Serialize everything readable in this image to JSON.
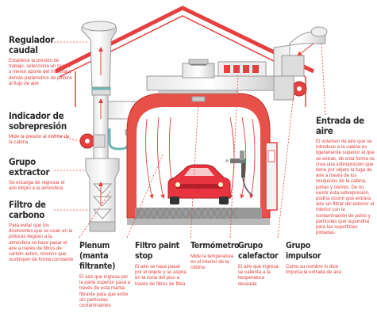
{
  "labels": {
    "regulador": {
      "title": "Regulador caudal",
      "desc": "Establece la presión de trabajo, selecciona un mayor o menor aporte del material y demás parámetros de pintura al flujo de aire"
    },
    "indicador": {
      "title_line1": "Indicador de",
      "title_line2": "sobrepresión",
      "desc": "Mide la presión al interior de la cabina"
    },
    "extractor": {
      "title": "Grupo extractor",
      "desc": "Se encarga de regresar el aire limpio a la atmósfera"
    },
    "filtro_carbono": {
      "title_line1": "Filtro de",
      "title_line2": "carbono",
      "desc": "Para evitar que los disolventes que se usan en la pinturas lleguen a la atmósfera se hace pasar el aire a través de filtros de carbón activo, mismos que sustituyen de forma constante"
    },
    "plenum": {
      "title_line1": "Plenum",
      "title_line2": "(manta filtrante)",
      "desc": "El aire que ingresa por la parte superior pasa a través de esta manta filtrante para que entre sin partículas contaminantes"
    },
    "filtro_paint": {
      "title": "Filtro paint stop",
      "desc": "El aire se hace pasar por el objeto y se aspira en la zona del piso a través de filtros de fibra"
    },
    "termometro": {
      "title": "Termómetro",
      "desc": "Mide la temperatura en el interior de la cabina"
    },
    "calefactor": {
      "title_line1": "Grupo",
      "title_line2": "calefactor",
      "desc": "El aire que ingresa se calienta a la temperatura deseada"
    },
    "impulsor": {
      "title": "Grupo impulsor",
      "desc": "Como su nombre lo dice impulsa la entrada de aire"
    },
    "entrada": {
      "title": "Entrada de aire",
      "desc": "El volumen de aire que se introduce a la cabina es ligeramente superior al que se extrae, de esta forma se crea una sobrepresión que tiene por objeto la fuga de aire a través de los resquicios de la cabina, juntas y cierres. De no existir esta sobrepresión, podría ocurrir que entrara aire sin filtrar del exterior al interior con la contaminación de polvo y partículas que supondría para las superficies pintadas."
    }
  },
  "colors": {
    "accent": "#e5403f",
    "booth": "#e8504a",
    "duct": "#d9d9d9",
    "title": "#2b2b2b"
  }
}
